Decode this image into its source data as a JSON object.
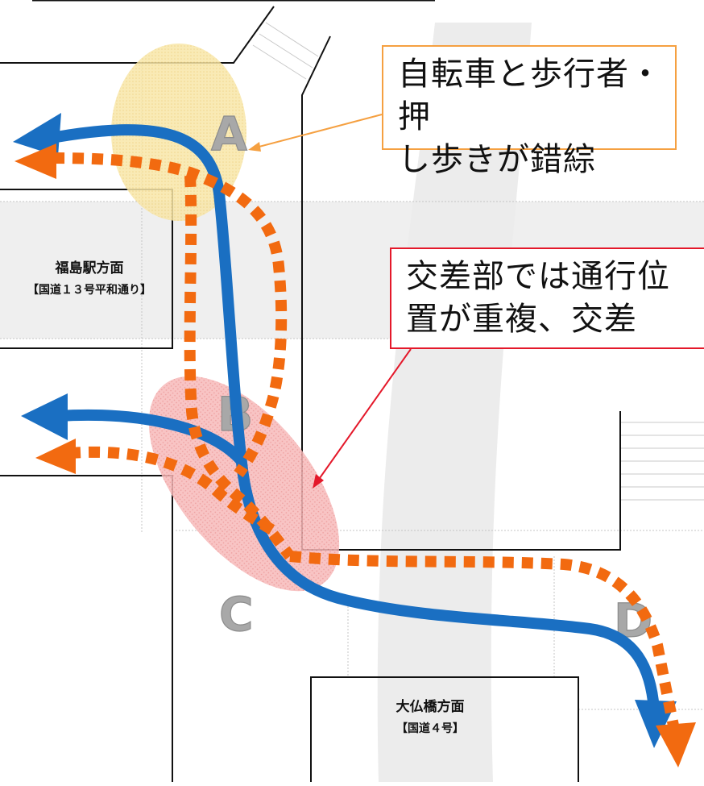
{
  "labels": {
    "point_a": "A",
    "point_b": "B",
    "point_c": "C",
    "point_d": "D"
  },
  "callouts": {
    "conflict_a": {
      "line1": "自転車と歩行者・押",
      "line2": "し歩きが錯綜"
    },
    "conflict_b": {
      "line1": "交差部では通行位",
      "line2": "置が重複、交差"
    }
  },
  "places": {
    "fukushima": {
      "line1": "福島駅方面",
      "line2": "【国道１３号平和通り】"
    },
    "daibutsu": {
      "line1": "大仏橋方面",
      "line2": "【国道４号】"
    }
  },
  "colors": {
    "bicycle_path": "#1a6fc2",
    "pedestrian_path": "#f26a10",
    "zone_a_fill": "#f7dd8f",
    "zone_b_fill": "#f4a6a6",
    "callout_a_border": "#f5a041",
    "callout_b_border": "#e4182a",
    "label_gray": "#a8a8a8",
    "road_band": "#efefef"
  },
  "legend_semantics": {
    "solid_blue_arrow": "bicycle-route",
    "dotted_orange_arrow": "pedestrian-route"
  }
}
